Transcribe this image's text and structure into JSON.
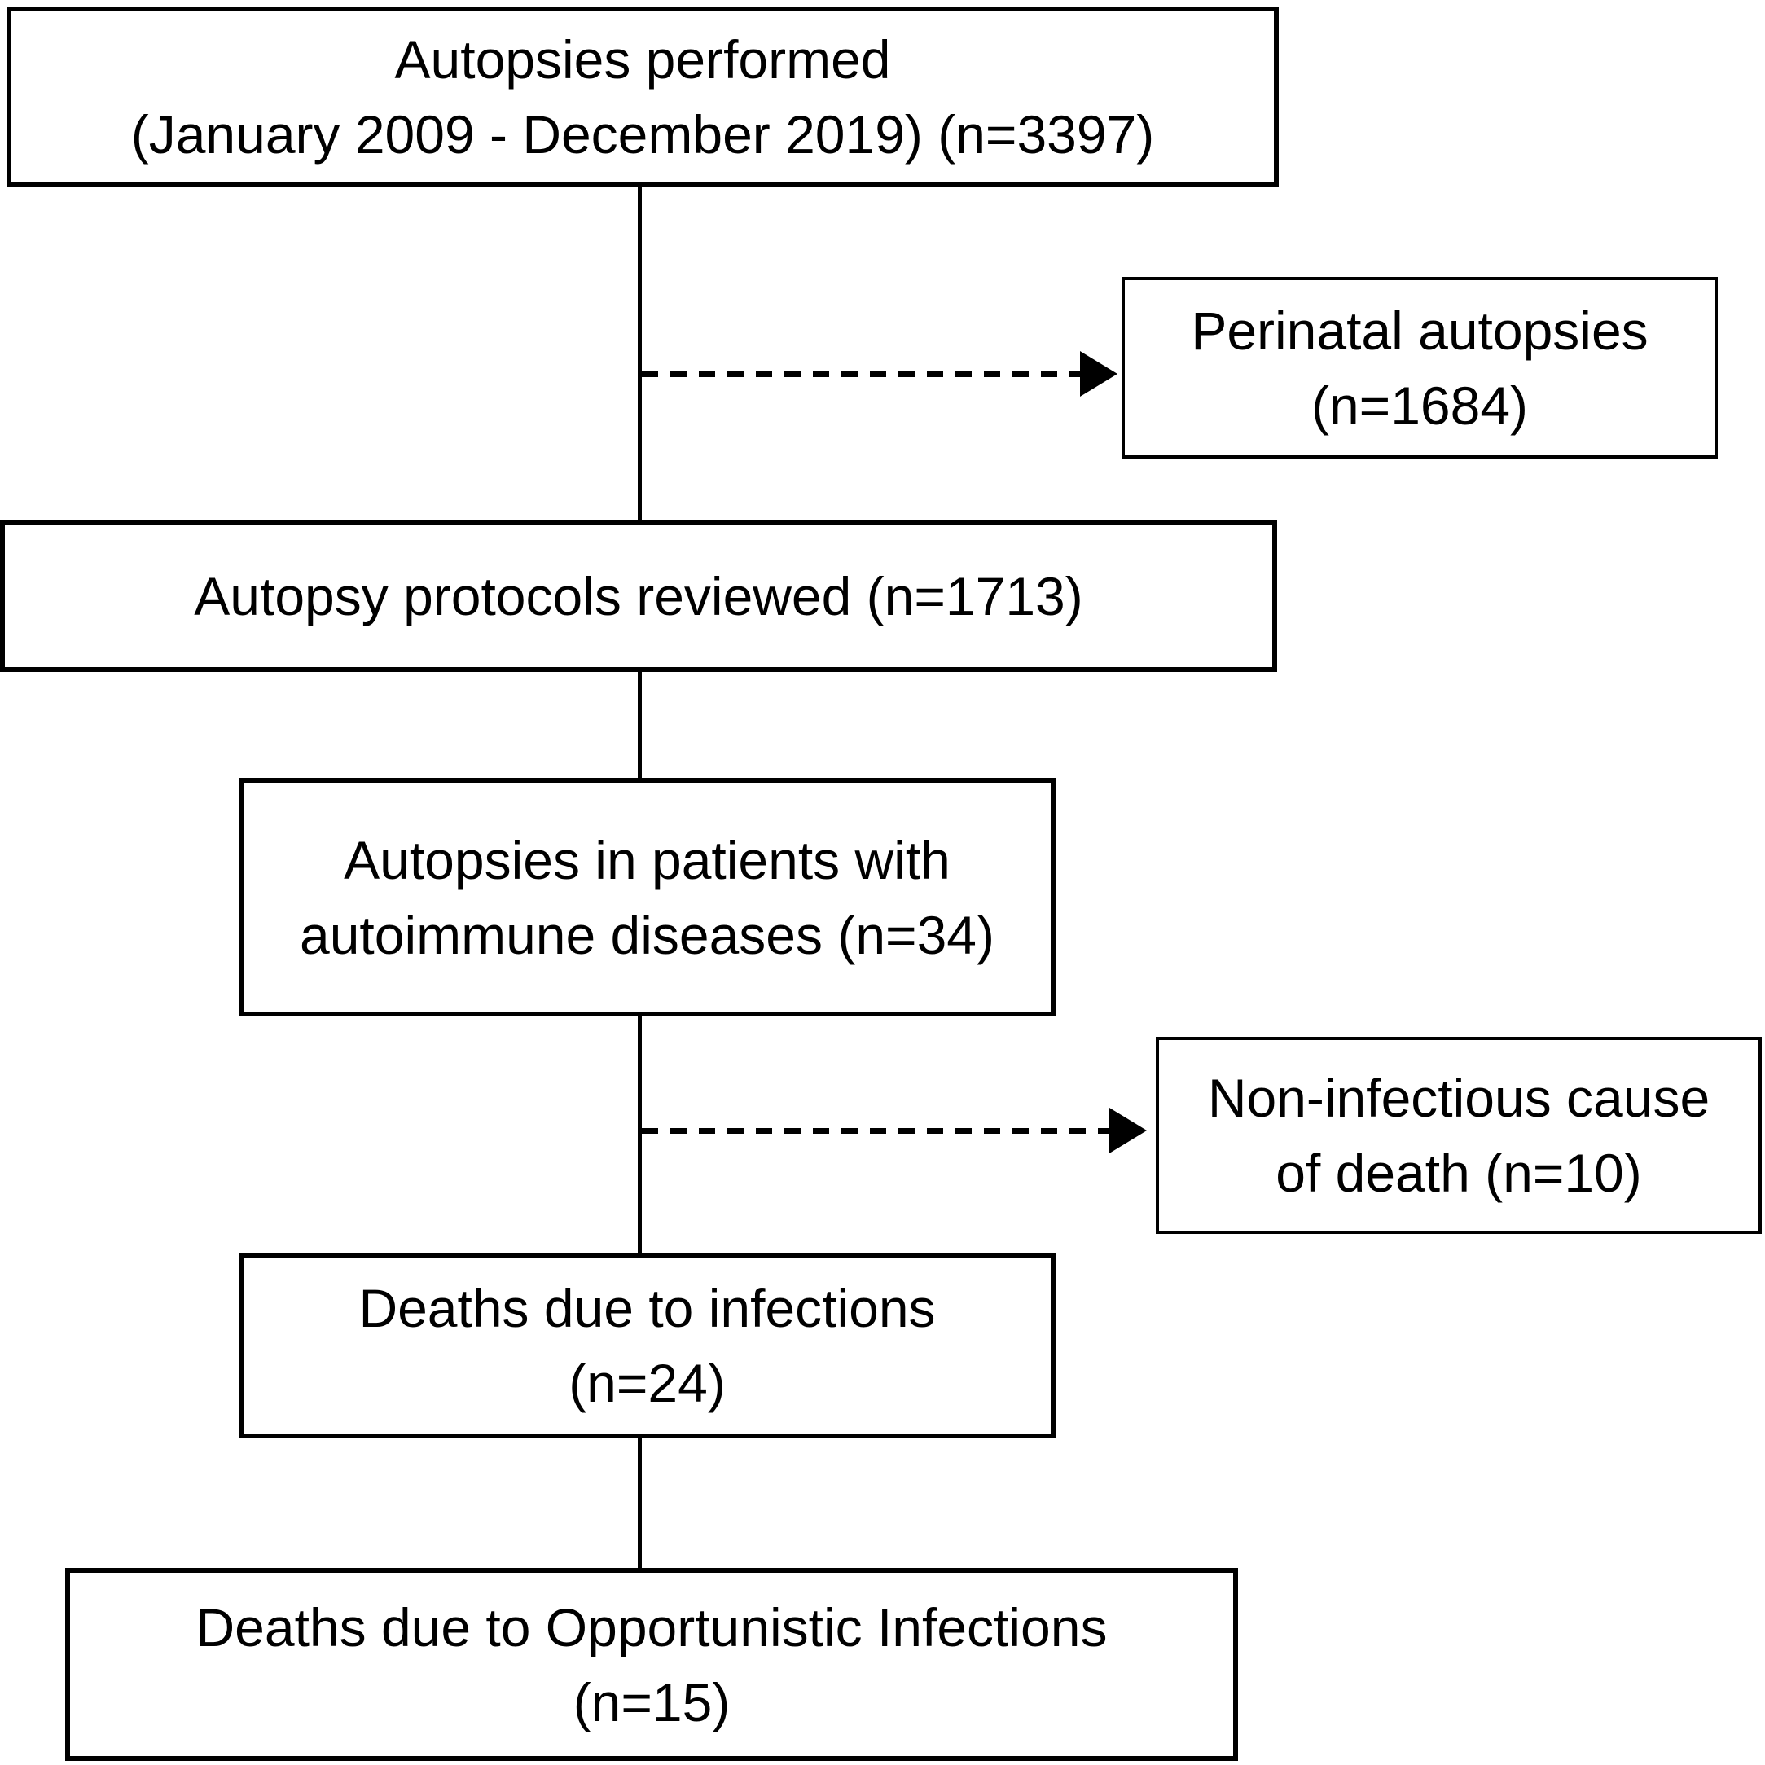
{
  "diagram_type": "study-flowchart",
  "colors": {
    "line": "#000000",
    "text": "#000000",
    "background": "#ffffff"
  },
  "nodes": {
    "performed": {
      "line1": "Autopsies performed",
      "line2": "(January 2009 - December 2019) (n=3397)"
    },
    "perinatal": {
      "line1": "Perinatal autopsies",
      "line2": "(n=1684)"
    },
    "protocols": {
      "line1": "Autopsy protocols reviewed (n=1713)"
    },
    "autoimmune": {
      "line1": "Autopsies in patients with",
      "line2": "autoimmune diseases (n=34)"
    },
    "noninfectious": {
      "line1": "Non-infectious cause",
      "line2": "of death (n=10)"
    },
    "infections": {
      "line1": "Deaths due to infections",
      "line2": "(n=24)"
    },
    "opportunistic": {
      "line1": "Deaths due to Opportunistic Infections",
      "line2": "(n=15)"
    }
  }
}
